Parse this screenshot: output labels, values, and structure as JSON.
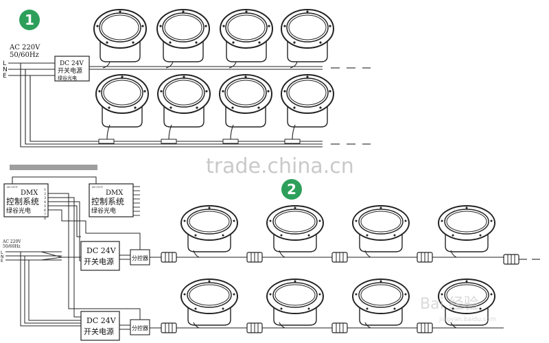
{
  "markers": {
    "one": "1",
    "two": "2"
  },
  "diagram1": {
    "supply_label": "AC 220V",
    "freq_label": "50/60Hz",
    "terminals": [
      "L",
      "N",
      "E"
    ],
    "psu": {
      "line1": "DC 24V",
      "line2": "开关电源",
      "line3": "绿谷光电"
    }
  },
  "diagram2": {
    "dmx_main": {
      "title": "DMX",
      "line1": "控制系统",
      "line2": "绿谷光电",
      "port": "IN OUT"
    },
    "dmx_secondary": {
      "title": "DMX",
      "line1": "控制系统",
      "line2": "绿谷光电",
      "port": "IN OUT"
    },
    "supply_label": "AC 220V",
    "freq_label": "50/60Hz",
    "terminals": [
      "L",
      "N",
      "E"
    ],
    "channels": [
      "1",
      "2",
      "3",
      "4",
      "5",
      "6",
      "7",
      "8"
    ],
    "psu_top": {
      "line1": "DC 24V",
      "line2": "开关电源"
    },
    "psu_bottom": {
      "line1": "DC 24V",
      "line2": "开关电源"
    },
    "splitter_top": "分控器",
    "splitter_bottom": "分控器"
  },
  "watermarks": {
    "trade": "trade.china.cn",
    "baidu": "Bai 经验",
    "baidu_url": "jingyan.baidu.com"
  },
  "colors": {
    "marker_green": "#2e9f5a",
    "line": "#222222"
  }
}
